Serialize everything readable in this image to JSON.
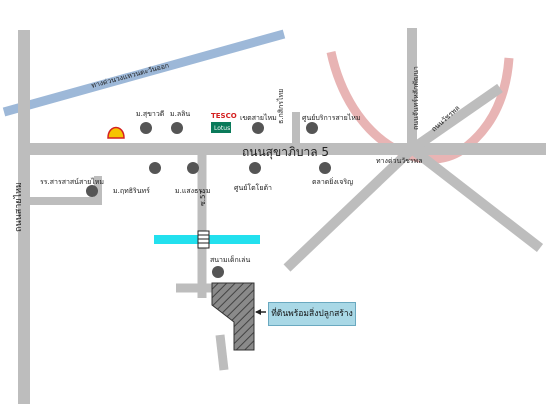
{
  "roads": {
    "main_road": "ถนนสุขาภิบาล 5",
    "left_road": "ถนนสายไหม",
    "ring_road": "ทางด่วนวงแหวนตะวันออก",
    "right_road_top": "ถนนวัชรพล",
    "right_road": "ถนนจันทร์หลักพัฒนา",
    "junction": "ทางด่วนวัชรพล",
    "soi": "ซ.57",
    "left_soi": "รร.สารสาสน์สายไหม"
  },
  "places": {
    "shell": "Shell",
    "m_sukhawadee": "ม.สุขาวดี",
    "m_atlin": "ม.ลลิน",
    "tesco": "TESCO",
    "tesco_sub": "Lotus",
    "tesco_pre": "TESCO Lotus",
    "khet_sai_mai": "เขตสายไหม",
    "bank": "ธ.กสิกรไทย",
    "welcome_center": "ศูนย์บริการสายไหม",
    "m_chaiyaphruk": "ม.ฤทธิรินทร์",
    "m_saenrak": "ม.แสงธรรม",
    "soon_ploy": "ศูนย์โตโยต้า",
    "market": "ตลาดยิ่งเจริญ",
    "playground": "สนามเด็กเล่น",
    "plot": "ที่ดินพร้อมสิ่งปลูกสร้าง"
  },
  "colors": {
    "road": "#bdbdbd",
    "expressway": "#9db8d8",
    "arc": "#e8b4b4",
    "canal": "#22e0ee",
    "marker": "#555555",
    "plot_fill": "#8a8a8a",
    "callout": "#a9d8e6"
  }
}
